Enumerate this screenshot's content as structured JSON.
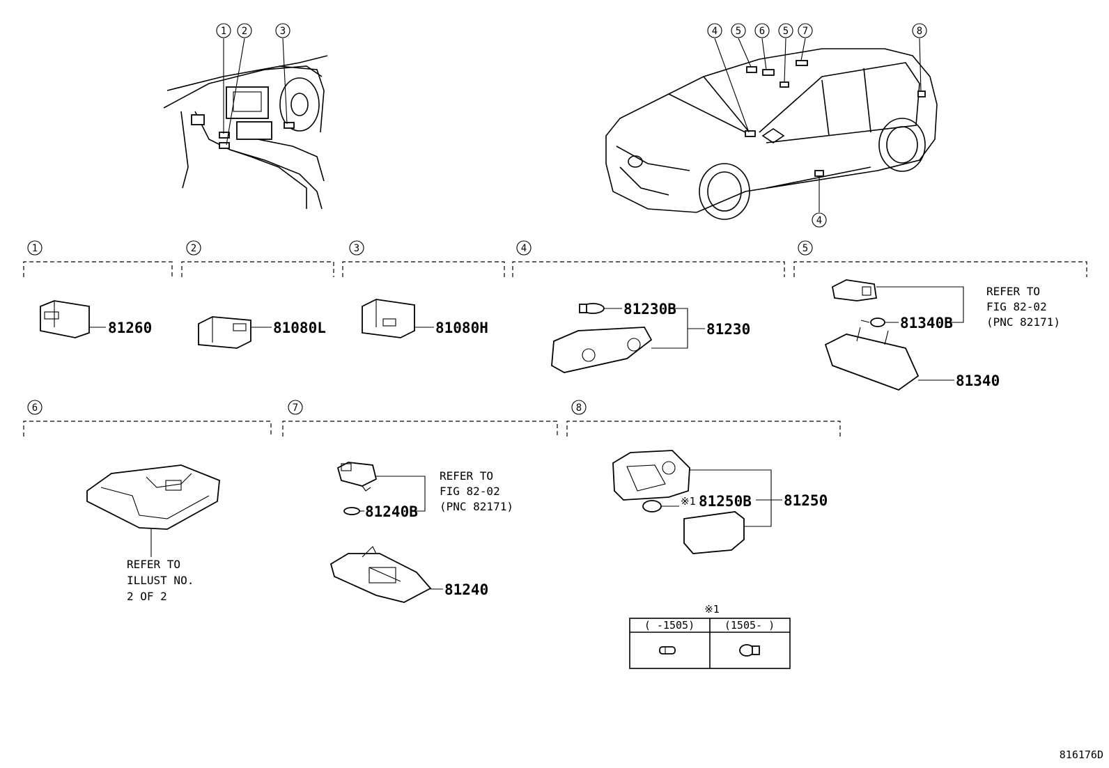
{
  "callouts": {
    "c1": "1",
    "c2": "2",
    "c3": "3",
    "c4": "4",
    "c5": "5",
    "c6": "6",
    "c7": "7",
    "c8": "8"
  },
  "parts": {
    "p81260": "81260",
    "p81080L": "81080L",
    "p81080H": "81080H",
    "p81230B": "81230B",
    "p81230": "81230",
    "p81340B": "81340B",
    "p81340": "81340",
    "p81240B": "81240B",
    "p81240": "81240",
    "p81250B": "81250B",
    "p81250": "81250"
  },
  "notes": {
    "refer_fig_5": [
      "REFER TO",
      "FIG 82-02",
      "(PNC 82171)"
    ],
    "refer_fig_7": [
      "REFER TO",
      "FIG 82-02",
      "(PNC 82171)"
    ],
    "refer_illust_6": [
      "REFER TO",
      "ILLUST NO.",
      "2 OF 2"
    ],
    "footnote_marker": "※1"
  },
  "table": {
    "title": "※1",
    "col1": "(    -1505)",
    "col2": "(1505-    )"
  },
  "figure_id": "816176D"
}
